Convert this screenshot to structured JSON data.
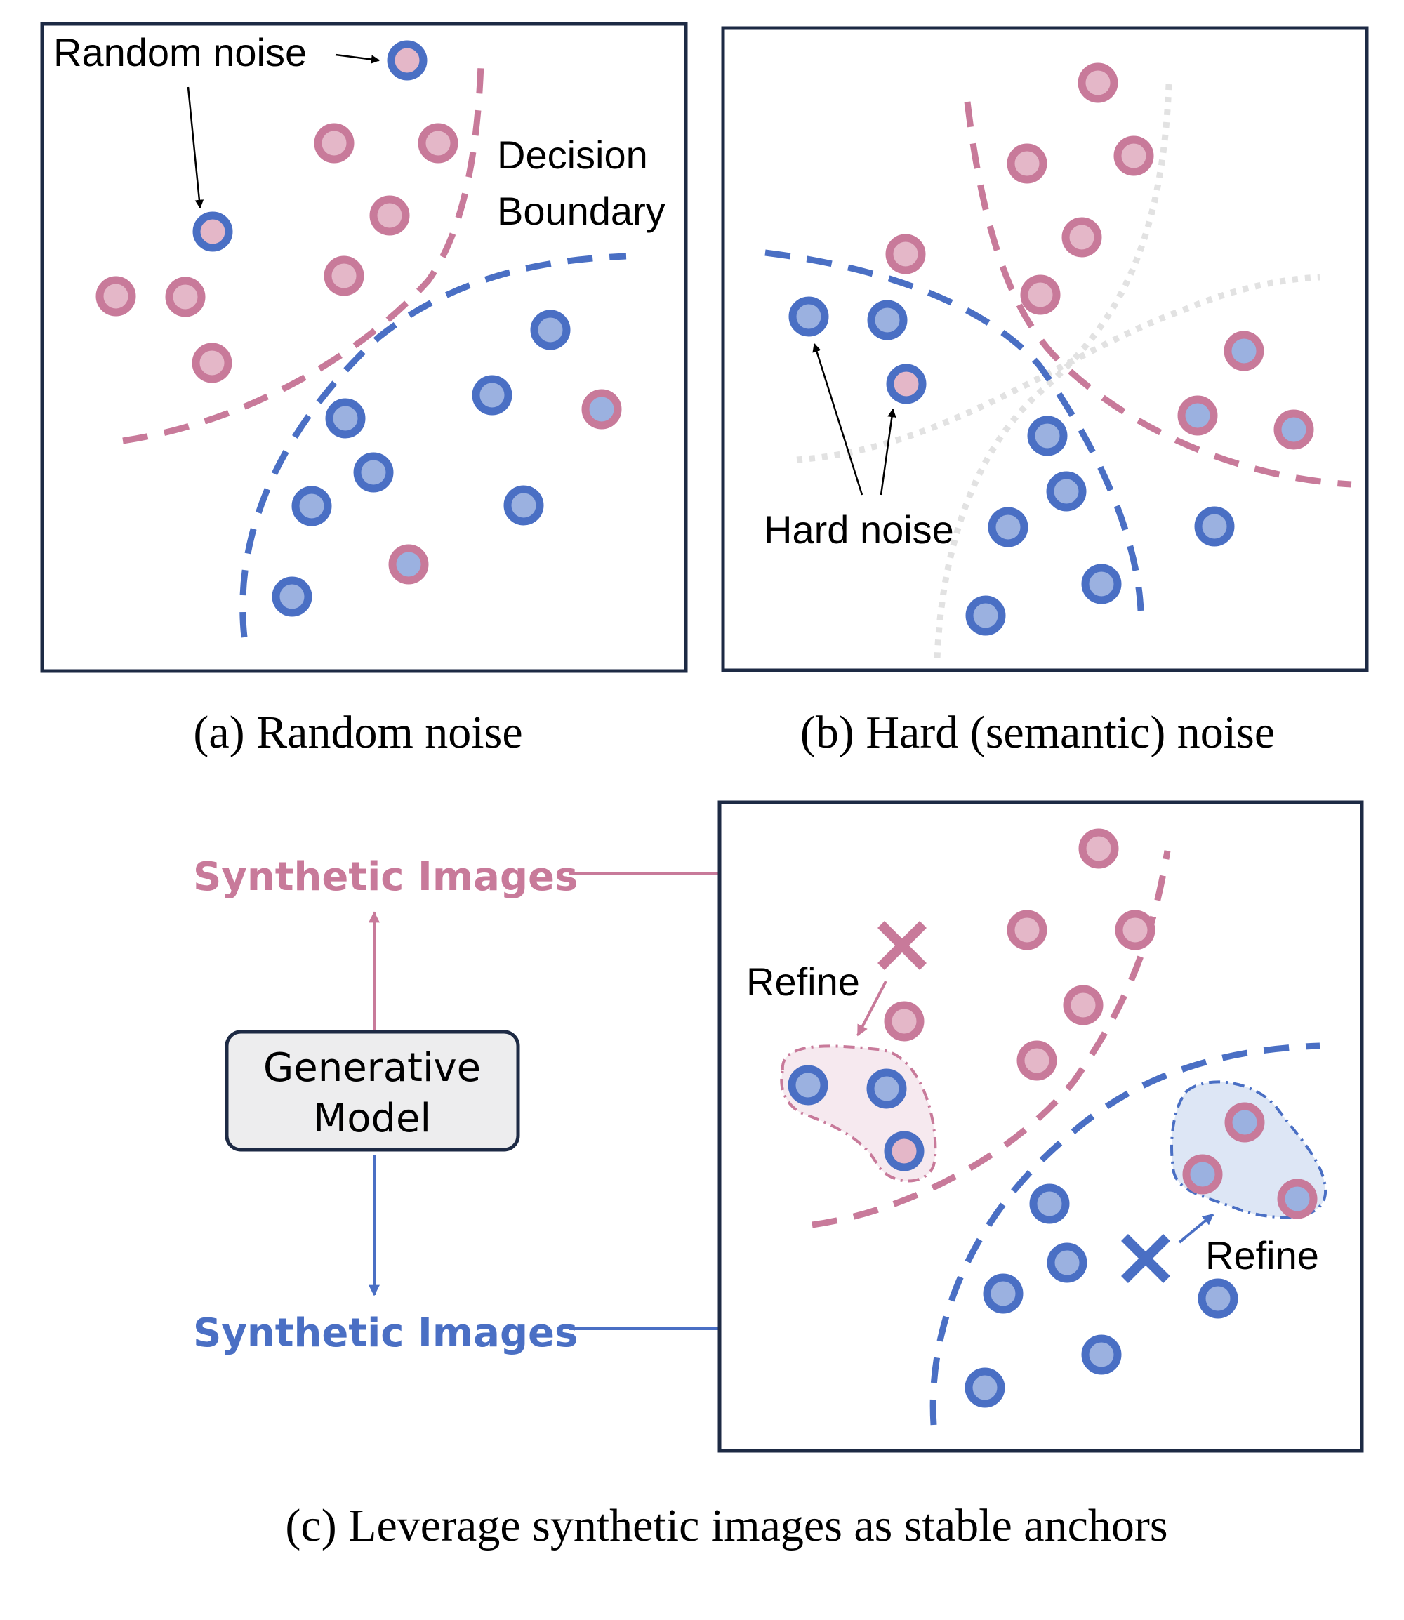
{
  "colors": {
    "pink": "#c87a9a",
    "pink_fill": "#e4b7c8",
    "blue": "#4a6fc4",
    "blue_fill": "#9bb1e0",
    "frame": "#1d2a44",
    "pink_blob": "#f6e9ef",
    "blue_blob": "#dde6f5",
    "gen_box_fill": "#ededee"
  },
  "panel_a": {
    "random_noise_label": "Random noise",
    "decision_boundary_line1": "Decision",
    "decision_boundary_line2": "Boundary",
    "caption": "(a) Random noise"
  },
  "panel_b": {
    "hard_noise_label": "Hard noise",
    "caption": "(b) Hard (semantic) noise"
  },
  "panel_c": {
    "synthetic_top": "Synthetic Images",
    "synthetic_bottom": "Synthetic Images",
    "generative_line1": "Generative",
    "generative_line2": "Model",
    "refine_top": "Refine",
    "refine_bottom": "Refine",
    "caption": "(c) Leverage synthetic images as stable anchors"
  },
  "icons": [
    "data-point-icon",
    "cross-icon",
    "arrow-icon"
  ]
}
